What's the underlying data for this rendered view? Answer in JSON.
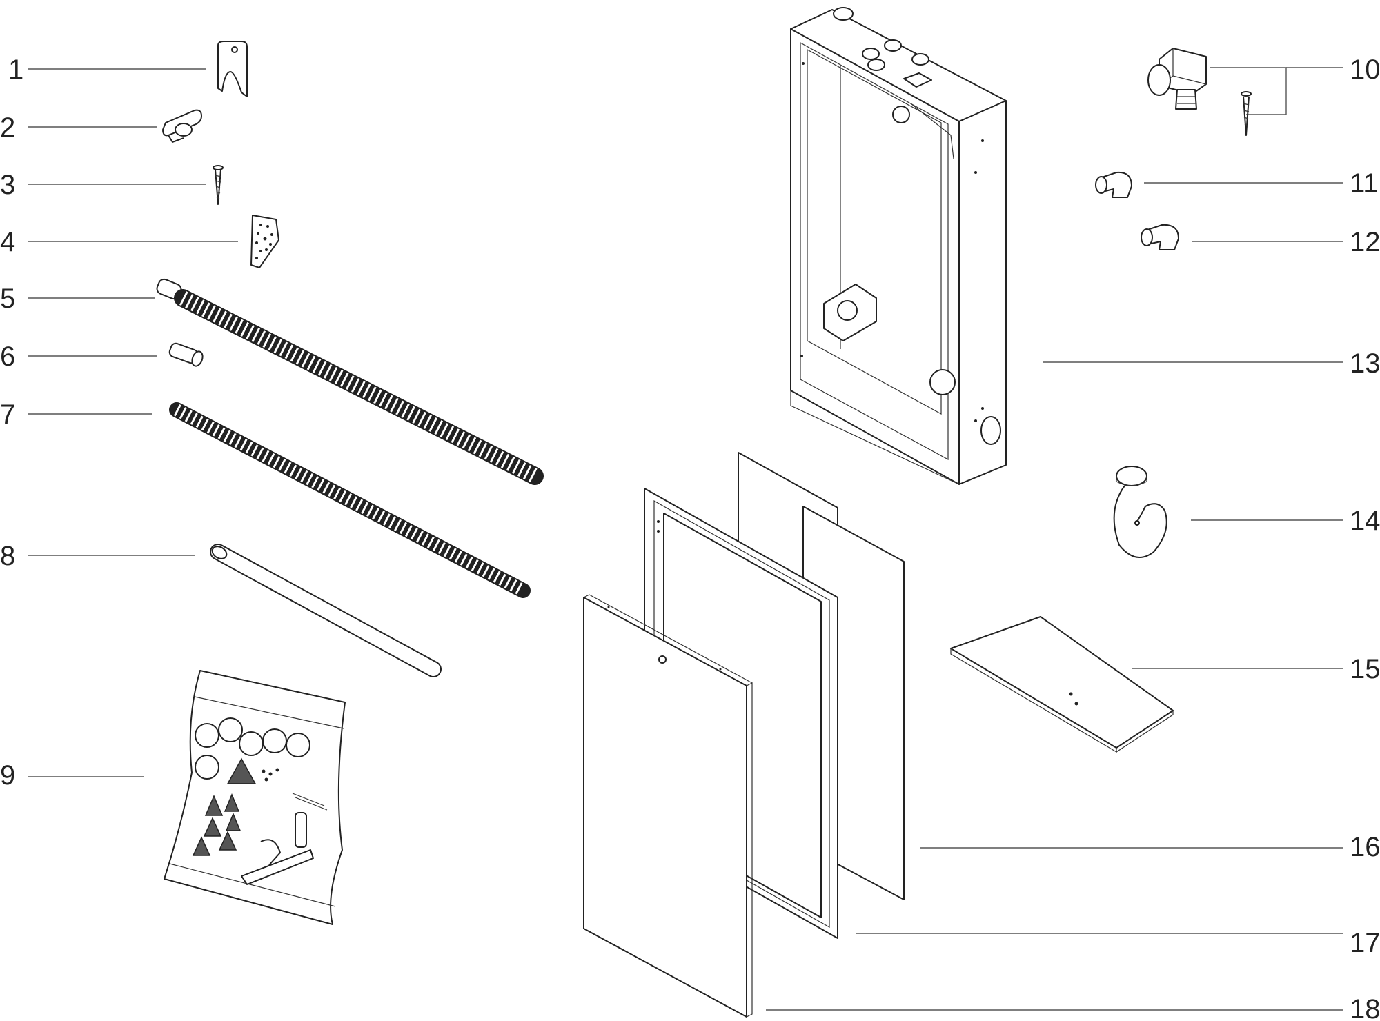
{
  "callouts": [
    {
      "id": "1",
      "label": "1"
    },
    {
      "id": "2",
      "label": "2"
    },
    {
      "id": "3",
      "label": "3"
    },
    {
      "id": "4",
      "label": "4"
    },
    {
      "id": "5",
      "label": "5"
    },
    {
      "id": "6",
      "label": "6"
    },
    {
      "id": "7",
      "label": "7"
    },
    {
      "id": "8",
      "label": "8"
    },
    {
      "id": "9",
      "label": "9"
    },
    {
      "id": "10",
      "label": "10"
    },
    {
      "id": "11",
      "label": "11"
    },
    {
      "id": "12",
      "label": "12"
    },
    {
      "id": "13",
      "label": "13"
    },
    {
      "id": "14",
      "label": "14"
    },
    {
      "id": "15",
      "label": "15"
    },
    {
      "id": "16",
      "label": "16"
    },
    {
      "id": "17",
      "label": "17"
    },
    {
      "id": "18",
      "label": "18"
    }
  ],
  "colors": {
    "line": "#222222",
    "leader": "#555555",
    "background": "#ffffff"
  }
}
